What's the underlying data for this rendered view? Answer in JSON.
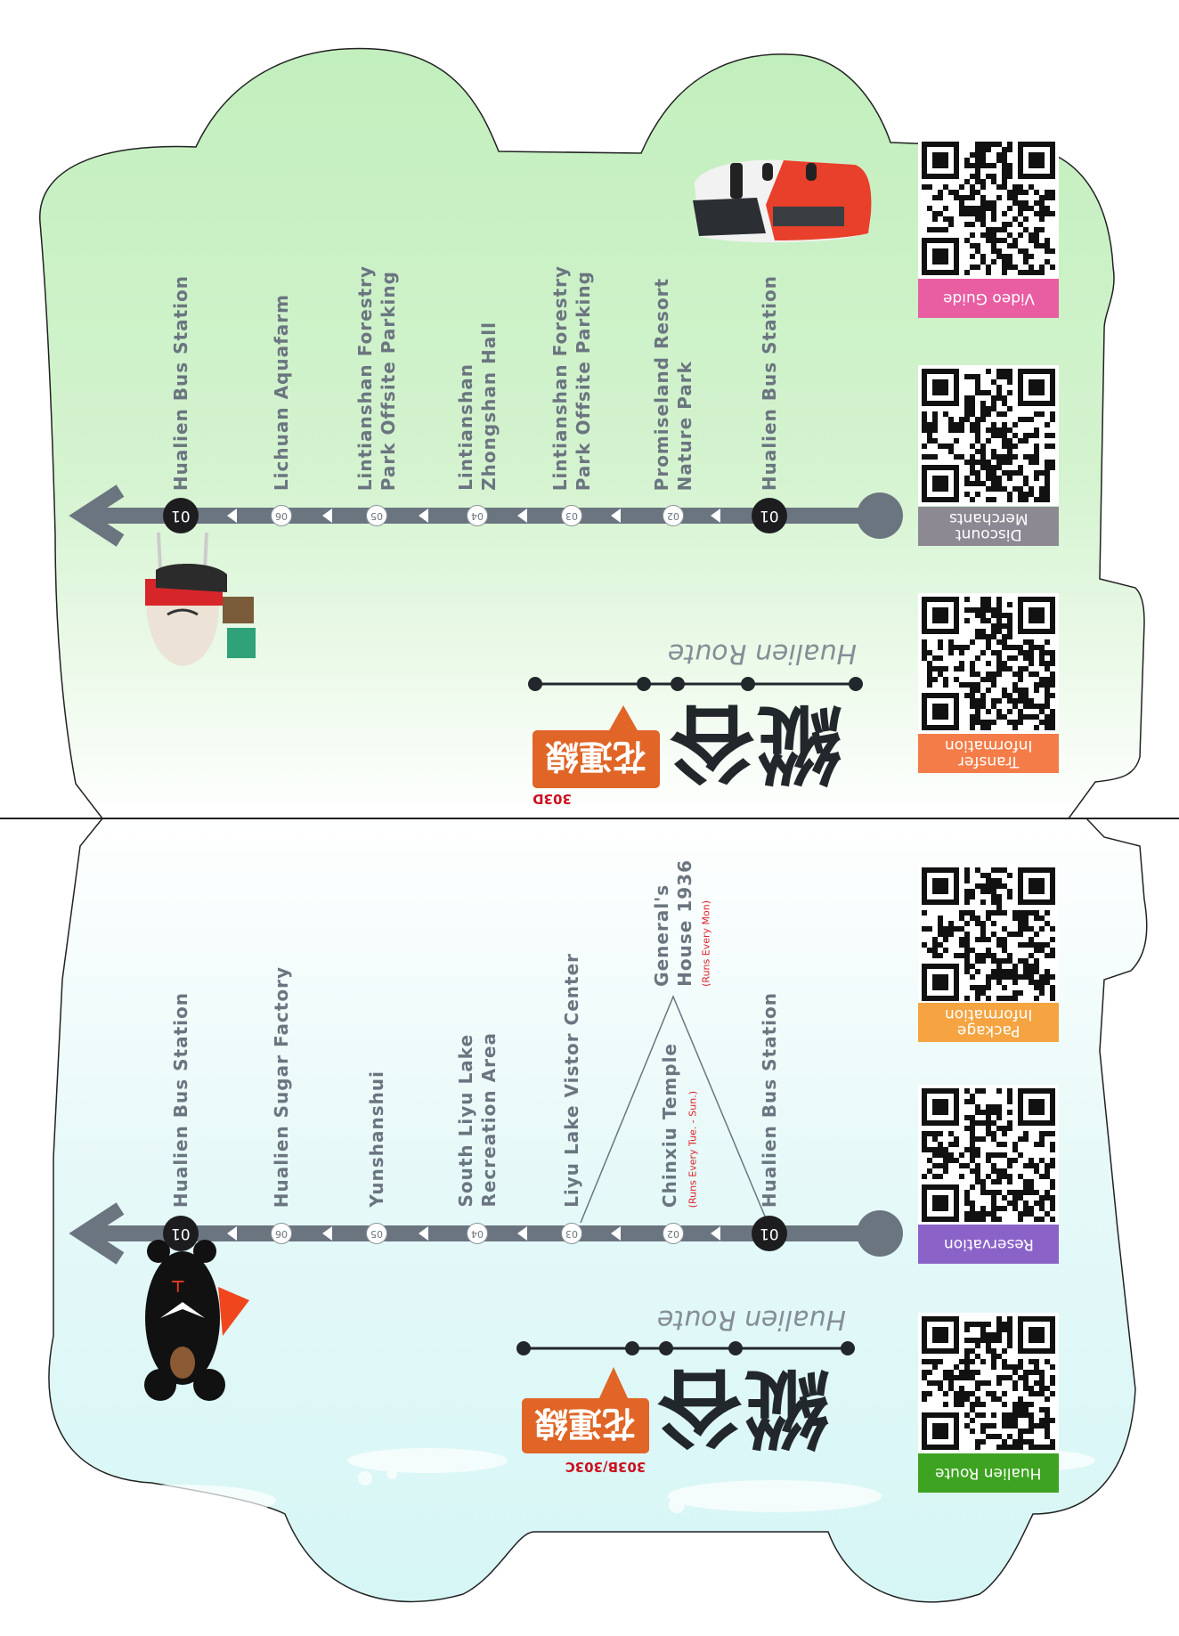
{
  "top_route": {
    "title": "Hualien Route",
    "title_cn": "縱谷",
    "badge_cn": "花運線",
    "route_code": "303D",
    "stations": [
      {
        "number": "01",
        "name": "Hualien Bus Station"
      },
      {
        "number": "06",
        "name": "Lichuan Aquafarm"
      },
      {
        "number": "05",
        "name": "Lintianshan Forestry\nPark Offsite Parking"
      },
      {
        "number": "04",
        "name": "Lintianshan\nZhongshan Hall"
      },
      {
        "number": "03",
        "name": "Lintianshan Forestry\nPark Offsite Parking"
      },
      {
        "number": "02",
        "name": "Promiseland Resort\nNature Park"
      },
      {
        "number": "01",
        "name": "Hualien Bus Station"
      }
    ]
  },
  "bottom_route": {
    "title": "Hualien Route",
    "title_cn": "縱谷",
    "badge_cn": "花運線",
    "route_code": "303B/303C",
    "stations": [
      {
        "number": "01",
        "name": "Hualien Bus Station"
      },
      {
        "number": "06",
        "name": "Hualien Sugar Factory"
      },
      {
        "number": "05",
        "name": "Yunshanshui"
      },
      {
        "number": "04",
        "name": "South Liyu Lake\nRecreation Area"
      },
      {
        "number": "03",
        "name": "Liyu Lake Vistor Center"
      },
      {
        "number": "02",
        "name": "Chinxiu Temple",
        "note": "(Runs Every Tue. - Sun.)"
      },
      {
        "number": "01",
        "name": "Hualien Bus Station"
      }
    ],
    "branch": {
      "name": "General's\nHouse 1936",
      "note": "(Runs Every Mon)"
    }
  },
  "qr_links": [
    {
      "label": "Video Guide",
      "color": "#e95ea2"
    },
    {
      "label": "Discount\nMerchants",
      "color": "#8d8993"
    },
    {
      "label": "Transfer\nInformation",
      "color": "#f47c48"
    },
    {
      "label": "Package\nInformation",
      "color": "#f5a441"
    },
    {
      "label": "Reservation",
      "color": "#8b63c8"
    },
    {
      "label": "Hualien Route",
      "color": "#3ea320"
    }
  ]
}
